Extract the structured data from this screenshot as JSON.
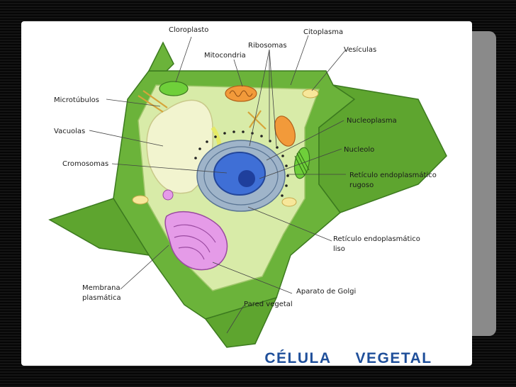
{
  "diagram": {
    "labels": {
      "cloroplasto": "Cloroplasto",
      "citoplasma": "Citoplasma",
      "ribosomas": "Ribosomas",
      "mitocondria": "Mitocondria",
      "vesiculas": "Vesículas",
      "microtubulos": "Microtúbulos",
      "nucleoplasma": "Nucleoplasma",
      "vacuolas": "Vacuolas",
      "nucleolo": "Nucleolo",
      "cromosomas": "Cromosomas",
      "reticulo_rugoso_1": "Retículo endoplasmático",
      "reticulo_rugoso_2": "rugoso",
      "reticulo_liso_1": "Retículo endoplasmático",
      "reticulo_liso_2": "liso",
      "membrana_1": "Membrana",
      "membrana_2": "plasmática",
      "golgi": "Aparato de Golgi",
      "pared": "Pared vegetal"
    }
  },
  "caption": {
    "word1": "CÉLULA",
    "word2": "VEGETAL"
  },
  "colors": {
    "background": "#0c0c0c",
    "cell_wall": "#6bb33a",
    "cytoplasm": "#d8eba8",
    "vacuole": "#f2f4cf",
    "nucleus": "#3f6fd6",
    "golgi": "#e59be8",
    "caption": "#1f4f9a"
  }
}
